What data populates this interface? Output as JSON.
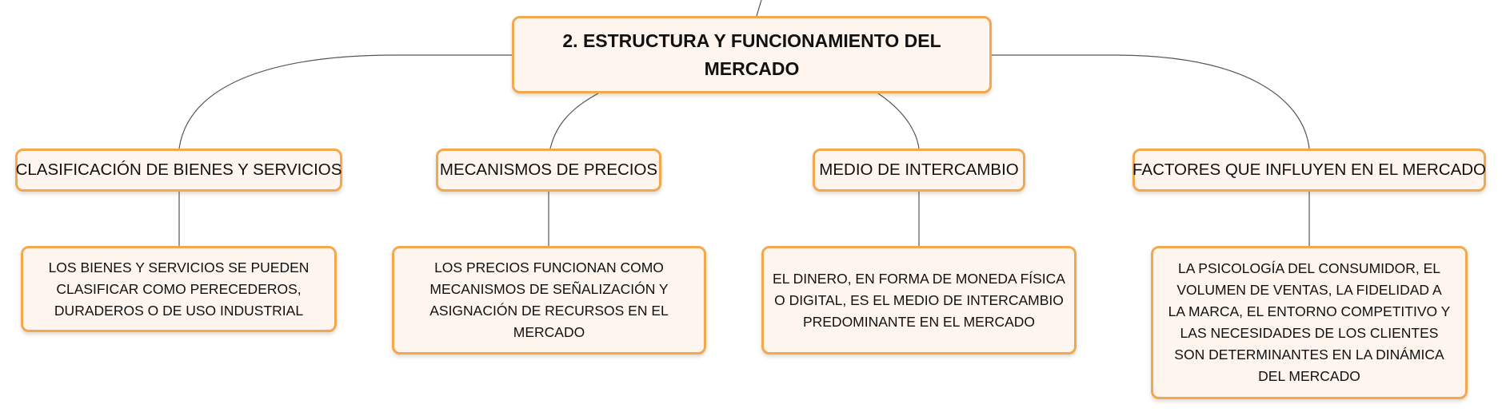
{
  "diagram": {
    "root": {
      "text": "2. ESTRUCTURA Y FUNCIONAMIENTO DEL MERCADO"
    },
    "branches": [
      {
        "title": "CLASIFICACIÓN DE BIENES Y SERVICIOS",
        "detail": "LOS BIENES Y SERVICIOS SE PUEDEN CLASIFICAR COMO PERECEDEROS, DURADEROS O DE USO INDUSTRIAL"
      },
      {
        "title": "MECANISMOS DE PRECIOS",
        "detail": "LOS PRECIOS FUNCIONAN COMO MECANISMOS DE SEÑALIZACIÓN Y ASIGNACIÓN DE RECURSOS EN EL MERCADO"
      },
      {
        "title": "MEDIO DE INTERCAMBIO",
        "detail": "EL DINERO, EN FORMA DE MONEDA FÍSICA O DIGITAL, ES EL MEDIO DE INTERCAMBIO PREDOMINANTE EN EL MERCADO"
      },
      {
        "title": "FACTORES QUE INFLUYEN EN EL MERCADO",
        "detail": "LA PSICOLOGÍA DEL CONSUMIDOR, EL VOLUMEN DE VENTAS, LA FIDELIDAD A LA MARCA, EL ENTORNO COMPETITIVO Y LAS NECESIDADES DE LOS CLIENTES SON DETERMINANTES EN LA DINÁMICA DEL MERCADO"
      }
    ]
  },
  "colors": {
    "node_fill": "#fdf5ee",
    "node_border": "#f2a94e",
    "connector": "#555555",
    "text": "#111111"
  }
}
